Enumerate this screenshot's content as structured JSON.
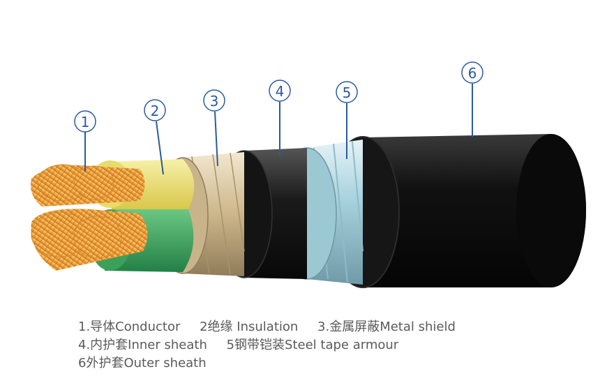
{
  "callouts": [
    {
      "num": "1",
      "label": "1.导体Conductor"
    },
    {
      "num": "2",
      "label": "2绝缘 Insulation"
    },
    {
      "num": "3",
      "label": "3.金属屏蔽Metal shield"
    },
    {
      "num": "4",
      "label": "4.内护套Inner sheath"
    },
    {
      "num": "5",
      "label": "5钢带铠装Steel tape armour"
    },
    {
      "num": "6",
      "label": "6外护套Outer sheath"
    }
  ],
  "colors": {
    "callout": "#2a5aa0",
    "conductor": "#f2a23a",
    "insulation_yellow": "#e8dc6a",
    "insulation_green": "#3aa05a",
    "metal_shield": "#d9c7a2",
    "inner_sheath": "#1a1a1a",
    "steel_tape": "#a9d3df",
    "outer_sheath": "#0c0c0c"
  }
}
